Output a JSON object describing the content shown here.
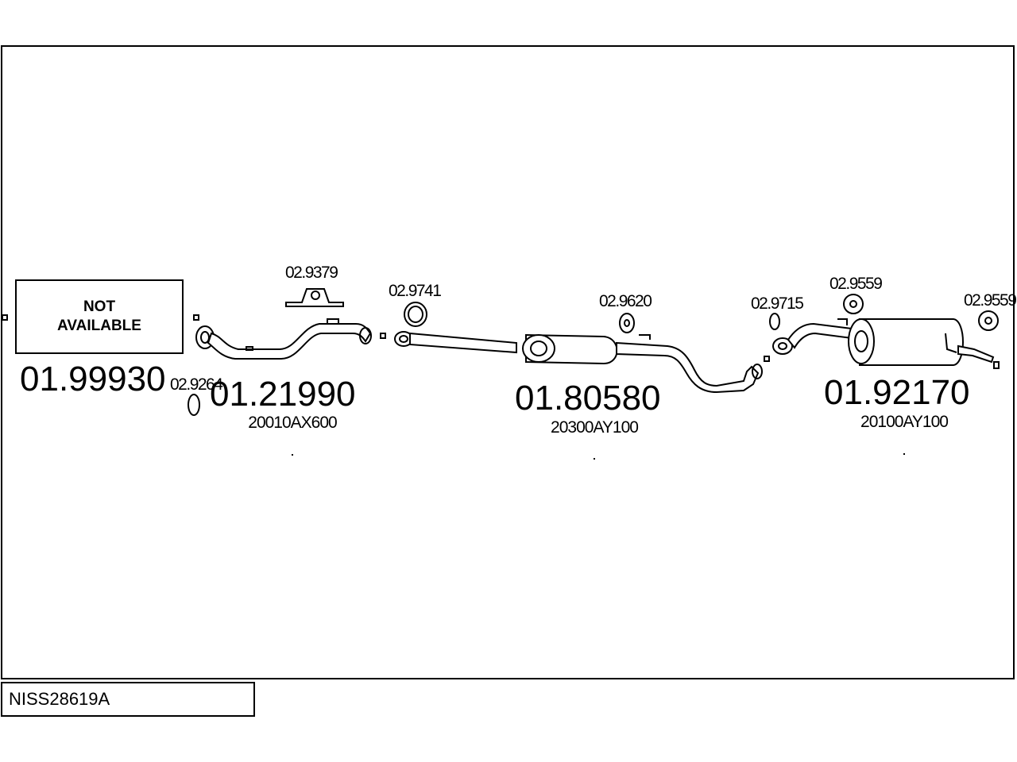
{
  "diagram": {
    "kit_code": "NISS28619A",
    "not_available": {
      "line1": "NOT",
      "line2": "AVAILABLE"
    },
    "main_parts": [
      {
        "number": "01.99930",
        "oem": ""
      },
      {
        "number": "01.21990",
        "oem": "20010AX600"
      },
      {
        "number": "01.80580",
        "oem": "20300AY100"
      },
      {
        "number": "01.92170",
        "oem": "20100AY100"
      }
    ],
    "fittings": [
      "02.9264",
      "02.9379",
      "02.9741",
      "02.9620",
      "02.9715",
      "02.9559",
      "02.9559"
    ]
  }
}
